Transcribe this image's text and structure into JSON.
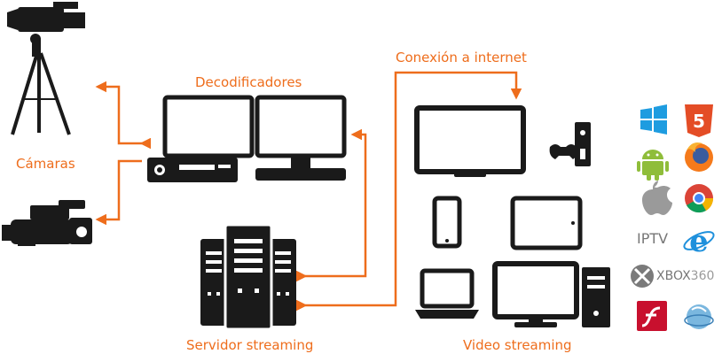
{
  "labels": {
    "cameras": "Cámaras",
    "decoders": "Decodificadores",
    "internet": "Conexión a internet",
    "server": "Servidor streaming",
    "video": "Video streaming"
  },
  "platforms": {
    "iptv": "IPTV",
    "xbox": "XBOX",
    "xbox_model": "360"
  },
  "colors": {
    "accent": "#ee6d1c",
    "device": "#1a1a1a",
    "windows": "#1e9ce0",
    "html5": "#e44d26",
    "android": "#8fbd3a",
    "firefox": "#f57a1b",
    "apple": "#9a9a9a",
    "chrome_red": "#db4437",
    "chrome_green": "#0f9d58",
    "chrome_yellow": "#f4b400",
    "chrome_blue": "#4285f4",
    "ie": "#1e90dc",
    "xbox": "#7a7a7a",
    "flash": "#c8102e",
    "silverlight": "#7ab7df"
  }
}
